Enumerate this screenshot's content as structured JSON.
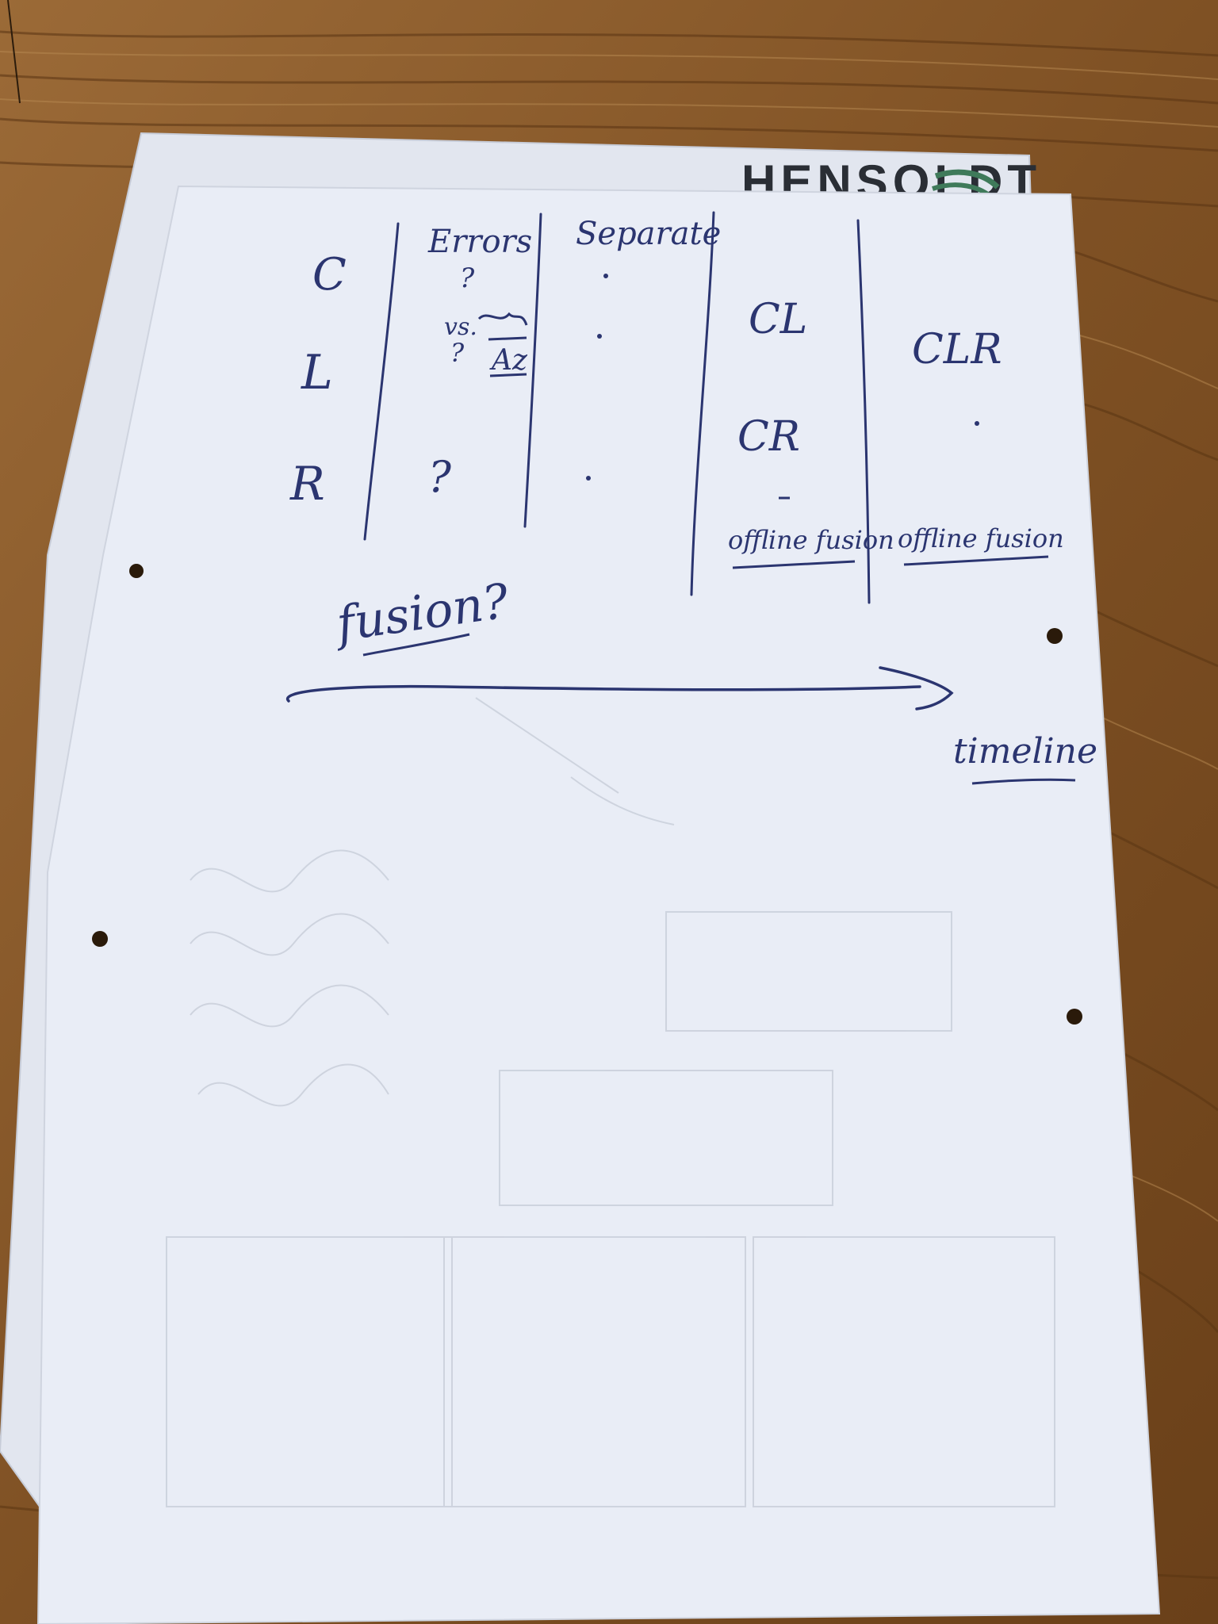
{
  "logo": {
    "text": "HENSOLDT",
    "accent_color": "#3f7a5a"
  },
  "table": {
    "rows": [
      "C",
      "L",
      "R"
    ],
    "headers": {
      "errors": "Errors",
      "separate": "Separate"
    },
    "errors_marks": {
      "c": "?",
      "vs": "vs.",
      "l": "?",
      "az": "Az",
      "r": "?"
    },
    "combo_1": {
      "top": "CL",
      "bottom": "CR",
      "note": "offline fusion"
    },
    "combo_2": {
      "top": "CLR",
      "note": "offline fusion"
    }
  },
  "fusion_label": "fusion?",
  "timeline_label": "timeline",
  "colors": {
    "ink": "#2b3570",
    "paper": "#e9edf6",
    "paper_under": "#e2e6ef",
    "desk": "#8a5a2c"
  }
}
